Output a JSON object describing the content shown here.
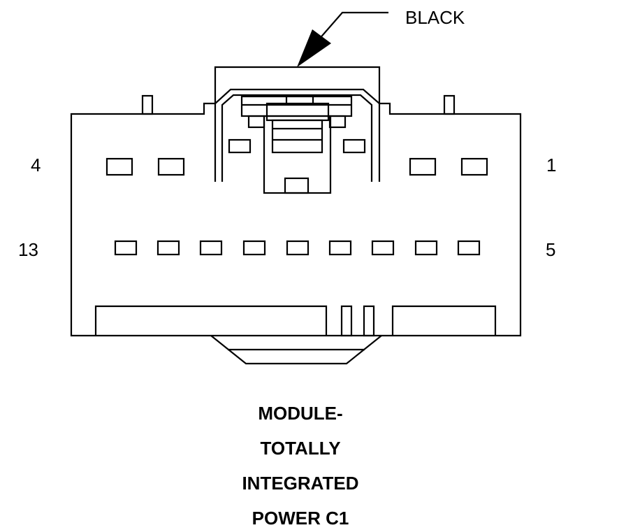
{
  "callout": {
    "color_label": "BLACK"
  },
  "pin_labels": {
    "top_left": "4",
    "top_right": "1",
    "bottom_left": "13",
    "bottom_right": "5"
  },
  "caption": {
    "lines": [
      "MODULE-",
      "TOTALLY",
      "INTEGRATED",
      "POWER C1"
    ]
  },
  "connector": {
    "top_row_cavities": 4,
    "bottom_row_cavities": 9,
    "stroke_color": "#000000"
  }
}
